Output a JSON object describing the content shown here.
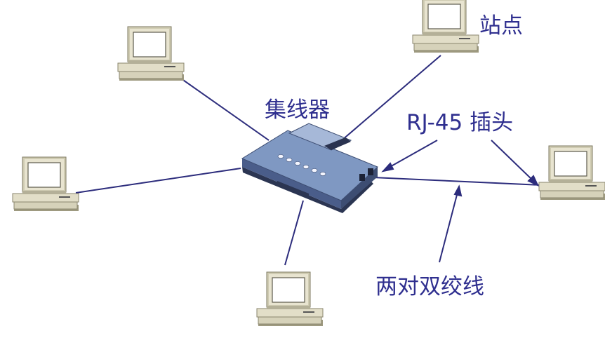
{
  "labels": {
    "station": "站点",
    "hub": "集线器",
    "rj45_plug": "RJ-45 插头",
    "twisted_pair": "两对双绞线"
  },
  "colors": {
    "cable": "#2c2c7c",
    "label": "#2f2f8f",
    "computer_body": "#d8d4bc",
    "computer_shadow": "#a8a48a",
    "hub_body": "#6f88b4",
    "hub_top": "#98acd0",
    "hub_dark": "#3d4d72",
    "hub_led": "#f4f6ff"
  },
  "icons": {
    "computer": "desktop-computer-icon",
    "hub": "network-hub-icon"
  }
}
